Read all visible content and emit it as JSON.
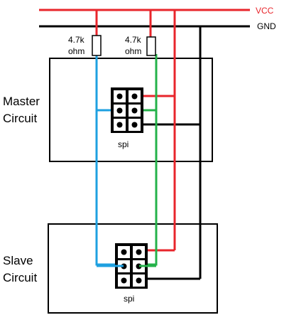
{
  "rails": {
    "vcc_label": "VCC",
    "gnd_label": "GND"
  },
  "resistors": [
    {
      "value": "4.7k",
      "unit": "ohm"
    },
    {
      "value": "4.7k",
      "unit": "ohm"
    }
  ],
  "blocks": {
    "master": {
      "line1": "Master",
      "line2": "Circuit",
      "connector_label": "spi"
    },
    "slave": {
      "line1": "Slave",
      "line2": "Circuit",
      "connector_label": "spi"
    }
  },
  "colors": {
    "vcc": "#e8252b",
    "gnd": "#000000",
    "blue_signal": "#1ea0e0",
    "green_signal": "#24b24a",
    "outline": "#000000"
  }
}
